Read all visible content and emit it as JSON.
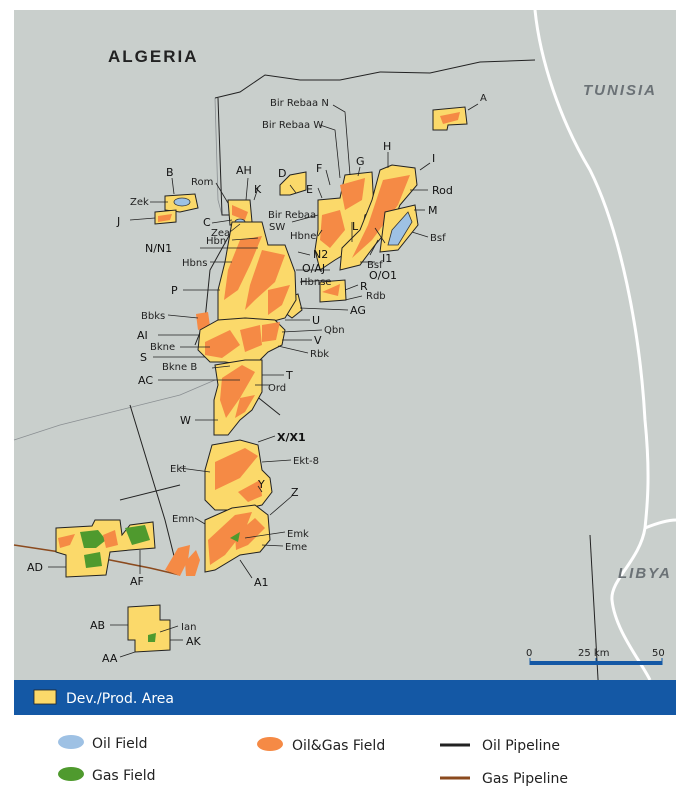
{
  "map": {
    "countries": {
      "algeria": "ALGERIA",
      "tunisia": "TUNISIA",
      "libya": "LIBYA"
    },
    "field_labels": {
      "A": "A",
      "BirRebaaN": "Bir Rebaa N",
      "BirRebaaW": "Bir Rebaa W",
      "H": "H",
      "I": "I",
      "Rod": "Rod",
      "M": "M",
      "Bsf": "Bsf",
      "G": "G",
      "F": "F",
      "E": "E",
      "D": "D",
      "AH": "AH",
      "K": "K",
      "Rom": "Rom",
      "B": "B",
      "Zek": "Zek",
      "J": "J",
      "C": "C",
      "Zea": "Zea",
      "BirRebaaSW": "Bir Rebaa",
      "SW": "SW",
      "Hbne": "Hbne",
      "L": "L",
      "NN1": "N/N1",
      "Hbn": "Hbn",
      "N2": "N2",
      "Bsf2": "Bsf",
      "I1": "I1",
      "OO1": "O/O1",
      "Hbns": "Hbns",
      "OAJ": "O/AJ",
      "Hbnse": "Hbnse",
      "R": "R",
      "Rdb": "Rdb",
      "P": "P",
      "AG": "AG",
      "Bbks": "Bbks",
      "U": "U",
      "Qbn": "Qbn",
      "AI": "AI",
      "Bkne": "Bkne",
      "V": "V",
      "S": "S",
      "Rbk": "Rbk",
      "BkneB": "Bkne B",
      "AC": "AC",
      "T": "T",
      "Ord": "Ord",
      "W": "W",
      "XX1": "X/X1",
      "Ekt": "Ekt",
      "Ekt8": "Ekt-8",
      "Y": "Y",
      "Z": "Z",
      "Emn": "Emn",
      "Emk": "Emk",
      "Eme": "Eme",
      "AD": "AD",
      "AF": "AF",
      "A1": "A1",
      "AB": "AB",
      "Ian": "Ian",
      "AK": "AK",
      "AA": "AA"
    },
    "scale": {
      "zero": "0",
      "mid": "25 km",
      "max": "50"
    }
  },
  "legend_bar": {
    "label": "Dev./Prod. Area"
  },
  "legend": {
    "oil_field": "Oil Field",
    "gas_field": "Gas Field",
    "oil_gas_field": "Oil&Gas Field",
    "oil_pipeline": "Oil Pipeline",
    "gas_pipeline": "Gas Pipeline"
  },
  "colors": {
    "background": "#c9cfcc",
    "dev_area": "#fbd96a",
    "oil_gas": "#f58a45",
    "oil": "#9ec1e4",
    "gas": "#4f9a2e",
    "legend_bar": "#1458a5"
  }
}
